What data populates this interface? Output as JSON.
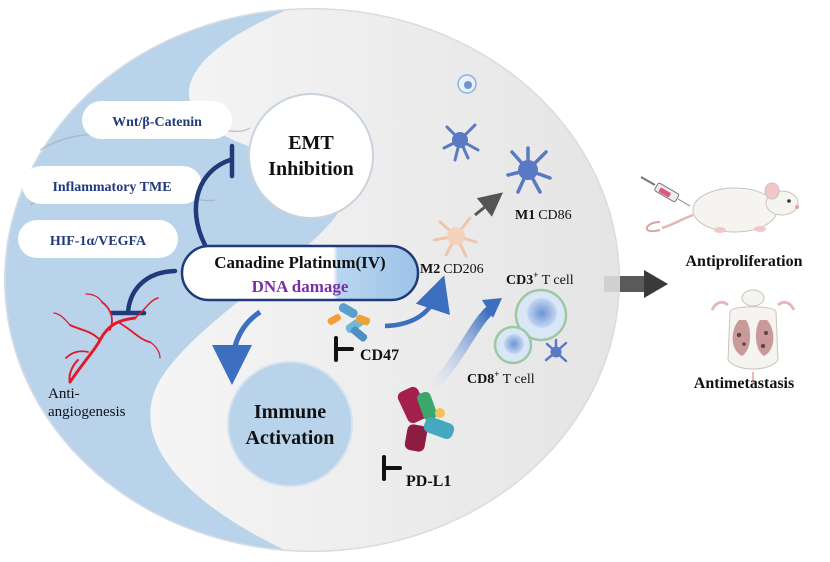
{
  "left_pathways": {
    "wnt": "Wnt/β-Catenin",
    "inflammatory": "Inflammatory TME",
    "hif": "HIF-1α/VEGFA"
  },
  "emt": {
    "line1": "EMT",
    "line2": "Inhibition"
  },
  "center": {
    "title": "Canadine Platinum(IV)",
    "subtitle": "DNA damage"
  },
  "anti_angiogenesis": {
    "line1": "Anti-",
    "line2": "angiogenesis"
  },
  "immune": {
    "line1": "Immune",
    "line2": "Activation"
  },
  "macrophages": {
    "m1_bold": "M1",
    "m1_marker": "CD86",
    "m2_bold": "M2",
    "m2_marker": "CD206"
  },
  "checkpoints": {
    "cd47": "CD47",
    "pdl1": "PD-L1"
  },
  "t_cells": {
    "cd3_base": "CD3",
    "cd3_sup": "+",
    "cd3_suffix": " T cell",
    "cd8_base": "CD8",
    "cd8_sup": "+",
    "cd8_suffix": " T cell"
  },
  "outcomes": {
    "antiproliferation": "Antiproliferation",
    "antimetastasis": "Antimetastasis"
  },
  "colors": {
    "left_bg": "#b9d3ea",
    "right_bg": "#ececec",
    "navy": "#203a7a",
    "purple": "#7b2fa6",
    "blue_arrow": "#3c6fc0",
    "vessel": "#e01a2a"
  }
}
